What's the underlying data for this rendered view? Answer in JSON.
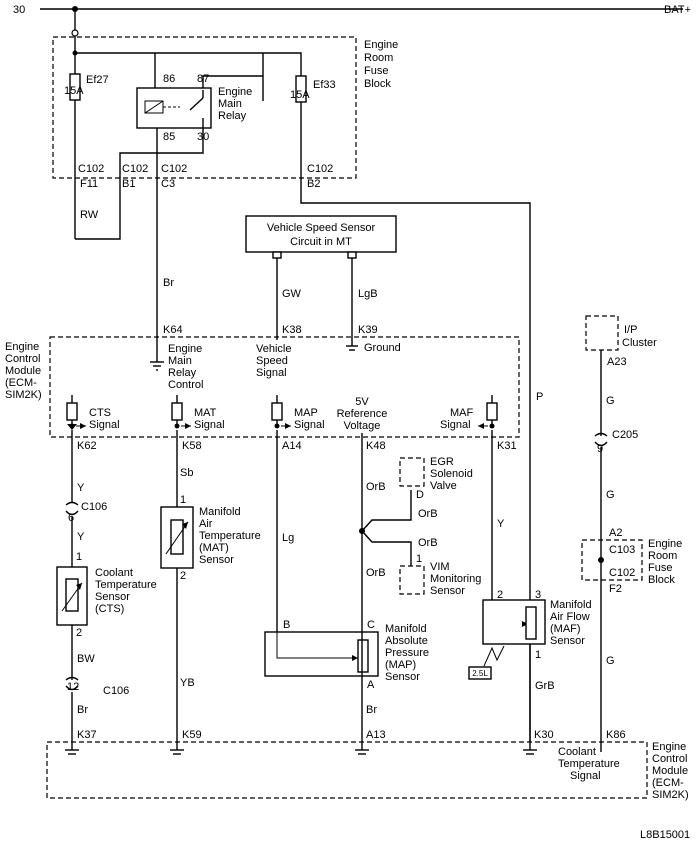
{
  "supply": {
    "left": "30",
    "right": "BAT+"
  },
  "fuse_block": {
    "line1": "Engine",
    "line2": "Room",
    "line3": "Fuse",
    "line4": "Block"
  },
  "fuses": {
    "ef27": {
      "name": "Ef27",
      "rating": "15A"
    },
    "ef33": {
      "name": "Ef33",
      "rating": "15A"
    }
  },
  "relay": {
    "label_line1": "Engine",
    "label_line2": "Main",
    "label_line3": "Relay",
    "pin86": "86",
    "pin87": "87",
    "pin85": "85",
    "pin30": "30"
  },
  "c102": {
    "name": "C102",
    "f11": "F11",
    "b1": "B1",
    "c3": "C3",
    "b2": "B2"
  },
  "wires": {
    "rw": "RW",
    "br": "Br",
    "gw": "GW",
    "lgb": "LgB",
    "p": "P",
    "g": "G",
    "y": "Y",
    "sb": "Sb",
    "lg": "Lg",
    "orb": "OrB",
    "bw": "BW",
    "yb": "YB",
    "grb": "GrB"
  },
  "vss": {
    "line1": "Vehicle Speed Sensor",
    "line2": "Circuit in MT"
  },
  "ecm_top": {
    "line1": "Engine",
    "line2": "Control",
    "line3": "Module",
    "line4": "(ECM-",
    "line5": "SIM2K)",
    "k64": "K64",
    "k38": "K38",
    "k39": "K39",
    "relay_ctrl1": "Engine",
    "relay_ctrl2": "Main",
    "relay_ctrl3": "Relay",
    "relay_ctrl4": "Control",
    "vss_sig1": "Vehicle",
    "vss_sig2": "Speed",
    "vss_sig3": "Signal",
    "ground": "Ground",
    "cts1": "CTS",
    "cts2": "Signal",
    "mat1": "MAT",
    "mat2": "Signal",
    "map1": "MAP",
    "map2": "Signal",
    "ref1": "5V",
    "ref2": "Reference",
    "ref3": "Voltage",
    "maf1": "MAF",
    "maf2": "Signal",
    "k62": "K62",
    "k58": "K58",
    "a14": "A14",
    "k48": "K48",
    "k31": "K31"
  },
  "cluster": {
    "line1": "I/P",
    "line2": "Cluster",
    "pin": "A23"
  },
  "c205": {
    "name": "C205",
    "pin": "9"
  },
  "fuse_block2": {
    "line1": "Engine",
    "line2": "Room",
    "line3": "Fuse",
    "line4": "Block",
    "a2": "A2",
    "c103": "C103",
    "c102": "C102",
    "f2": "F2"
  },
  "c106": {
    "name": "C106",
    "pin6": "6",
    "pin12": "12"
  },
  "cts": {
    "line1": "Coolant",
    "line2": "Temperature",
    "line3": "Sensor",
    "line4": "(CTS)",
    "pin1": "1",
    "pin2": "2"
  },
  "mat": {
    "line1": "Manifold",
    "line2": "Air",
    "line3": "Temperature",
    "line4": "(MAT)",
    "line5": "Sensor",
    "pin1": "1",
    "pin2": "2"
  },
  "egr": {
    "line1": "EGR",
    "line2": "Solenoid",
    "line3": "Valve",
    "pin": "D"
  },
  "vim": {
    "line1": "VIM",
    "line2": "Monitoring",
    "line3": "Sensor",
    "pin": "1"
  },
  "map": {
    "line1": "Manifold",
    "line2": "Absolute",
    "line3": "Pressure",
    "line4": "(MAP)",
    "line5": "Sensor",
    "pinB": "B",
    "pinC": "C",
    "pinA": "A"
  },
  "maf": {
    "line1": "Manifold",
    "line2": "Air Flow",
    "line3": "(MAF)",
    "line4": "Sensor",
    "pin2": "2",
    "pin3": "3",
    "pin1": "1",
    "engine_tag": "2.5L"
  },
  "ecm_bottom": {
    "k37": "K37",
    "k59": "K59",
    "a13": "A13",
    "k30": "K30",
    "k86": "K86",
    "cts_sig1": "Coolant",
    "cts_sig2": "Temperature",
    "cts_sig3": "Signal",
    "line1": "Engine",
    "line2": "Control",
    "line3": "Module",
    "line4": "(ECM-",
    "line5": "SIM2K)"
  },
  "figure_code": "L8B15001"
}
